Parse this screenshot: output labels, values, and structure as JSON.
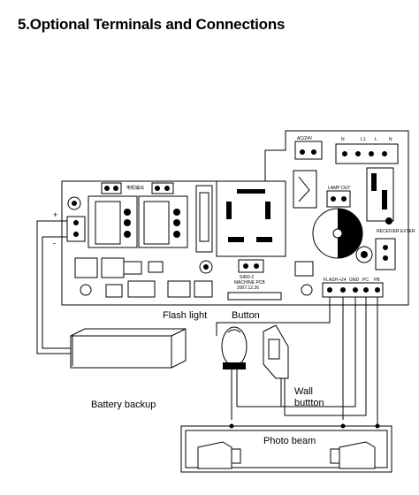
{
  "page": {
    "title": "5.Optional Terminals and Connections"
  },
  "labels": {
    "flash_light": "Flash light",
    "button": "Button",
    "wall_button_line1": "Wall",
    "wall_button_line2": "buttton",
    "battery_backup": "Battery backup",
    "photo_beam": "Photo beam"
  },
  "board_text": {
    "model_line1": "S450-2",
    "model_line2": "MACHINE PCB",
    "model_line3": "2007.12.26",
    "lamp_out": "LAMP OUT",
    "receiver_extern": "RECEIVER EXTER",
    "ac_24v": "AC/24V",
    "n": "N",
    "l1": "L1",
    "l": "L",
    "n2": "N",
    "flash": "FLASH",
    "plus24": "+24",
    "gnd": "GND",
    "pc": "PC",
    "pb": "PB",
    "motor_out": "电机输出"
  },
  "icons": {
    "flash_light": "flash-light-bulb-icon",
    "wall_button": "wall-button-icon",
    "battery": "battery-icon",
    "photo_beam_left": "photo-beam-sensor-icon",
    "photo_beam_right": "photo-beam-sensor-icon"
  }
}
